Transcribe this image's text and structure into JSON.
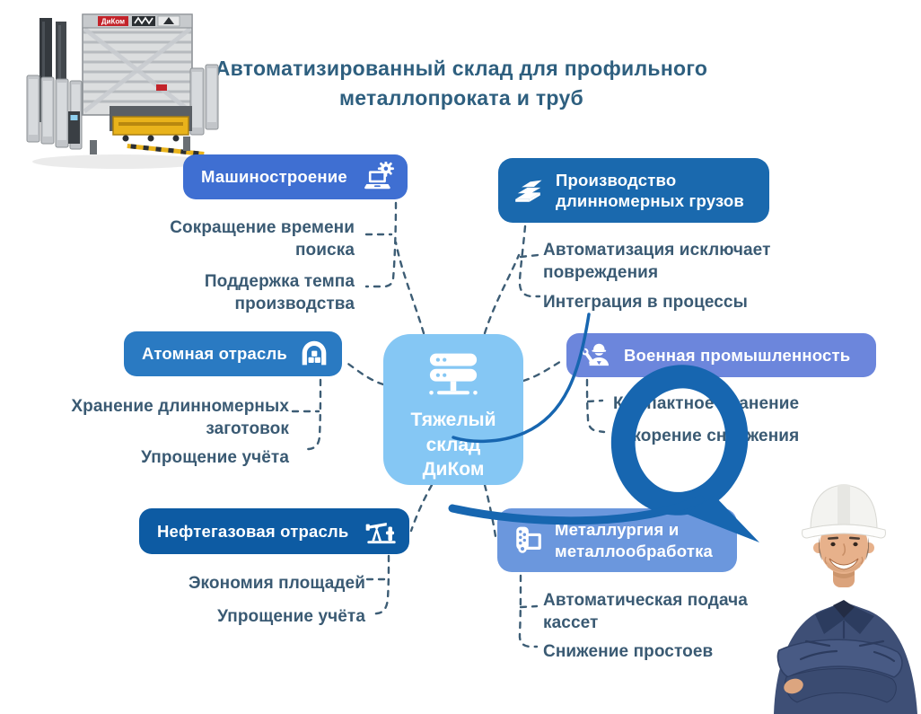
{
  "title": "Автоматизированный склад для профильного металлопроката и труб",
  "machine": {
    "brand": "ДиКом",
    "alt": "Автоматизированный склад (стеллаж-автомат)"
  },
  "center": {
    "label": "Тяжелый\nсклад\nДиКом",
    "color": "#85c7f4",
    "icon": "server-rack-icon"
  },
  "nodes": [
    {
      "label": "Машиностроение",
      "color": "#3f6fd2",
      "icon": "laptop-gear-icon",
      "benefits": [
        "Сокращение времени поиска",
        "Поддержка темпа производства"
      ]
    },
    {
      "label": "Производство\nдлинномерных грузов",
      "color": "#1a69ae",
      "icon": "metal-stack-icon",
      "benefits": [
        "Автоматизация исключает повреждения",
        "Интеграция в процессы"
      ]
    },
    {
      "label": "Атомная отрасль",
      "color": "#2a7ac2",
      "icon": "dome-storage-icon",
      "benefits": [
        "Хранение длинномерных заготовок",
        "Упрощение учёта"
      ]
    },
    {
      "label": "Военная промышленность",
      "color": "#6c86dc",
      "icon": "engineer-icon",
      "benefits": [
        "Компактное хранение",
        "Ускорение снабжения"
      ]
    },
    {
      "label": "Нефтегазовая отрасль",
      "color": "#0d5ba3",
      "icon": "oil-pump-icon",
      "benefits": [
        "Экономия площадей",
        "Упрощение учёта"
      ]
    },
    {
      "label": "Металлургия и\nметаллообработка",
      "color": "#6b97dd",
      "icon": "perforated-roll-icon",
      "benefits": [
        "Автоматическая подача кассет",
        "Снижение простоев"
      ]
    }
  ],
  "colors": {
    "background": "#ffffff",
    "title_text": "#2e5f7f",
    "benefit_text": "#3a5a73",
    "connector": "#3d5d75",
    "logo_mark": "#1766b0"
  }
}
